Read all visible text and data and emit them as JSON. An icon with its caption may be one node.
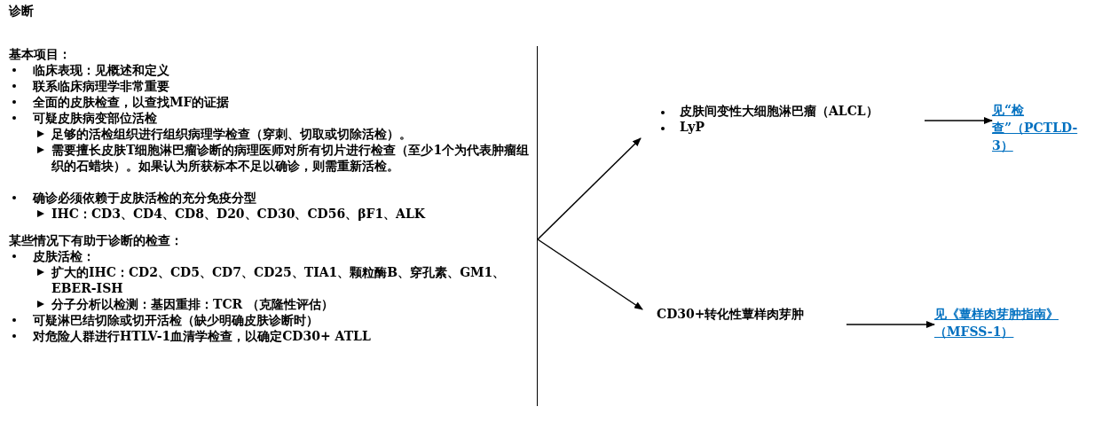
{
  "diagram": {
    "title": "诊断",
    "nodes": [
      {
        "text": [
          "基本项目：",
          "临床表现：见概述和定义",
          "联系临床病理学非常重要",
          "全面的皮肤检查，以查找MF的证据",
          "可疑皮肤病变部位活检",
          "足够的活检组织进行组织病理学检查（穿刺、切取或切除活检）。",
          "需要擅长皮肤T细胞淋巴瘤诊断的病理医师对所有切片进行检查（至少1个为代表肿瘤组织的石蜡块）。如果认为所获标本不足以确诊，则需重新活检。",
          "确诊必须依赖于皮肤活检的充分免疫分型",
          "IHC：CD3、CD4、CD8、D20、CD30、CD56、βF1、ALK",
          "某些情况下有助于诊断的检查：",
          "皮肤活检：",
          "扩大的IHC：CD2、CD5、CD7、CD25、TIA1、颗粒酶B、穿孔素、GM1、EBER-ISH",
          "分子分析以检测：基因重排：TCR （克隆性评估）",
          "可疑淋巴结切除或切开活检（缺少明确皮肤诊断时）",
          "对危险人群进行HTLV-1血清学检查，以确定CD30+ ATLL"
        ]
      },
      {
        "text": [
          "皮肤间变性大细胞淋巴瘤（ALCL）",
          "LyP"
        ]
      },
      {
        "text": [
          "见“检查”（PCTLD-3）"
        ]
      },
      {
        "text": [
          "CD30+转化性蕈样肉芽肿"
        ]
      },
      {
        "text": [
          "见《蕈样肉芽肿指南》（MFSS-1）"
        ]
      }
    ],
    "edges": [
      {
        "from": 0,
        "to": 1,
        "arrow": "to"
      },
      {
        "from": 0,
        "to": 3,
        "arrow": "to"
      },
      {
        "from": 1,
        "to": 2,
        "arrow": "to"
      },
      {
        "from": 3,
        "to": 4,
        "arrow": "to"
      }
    ]
  }
}
